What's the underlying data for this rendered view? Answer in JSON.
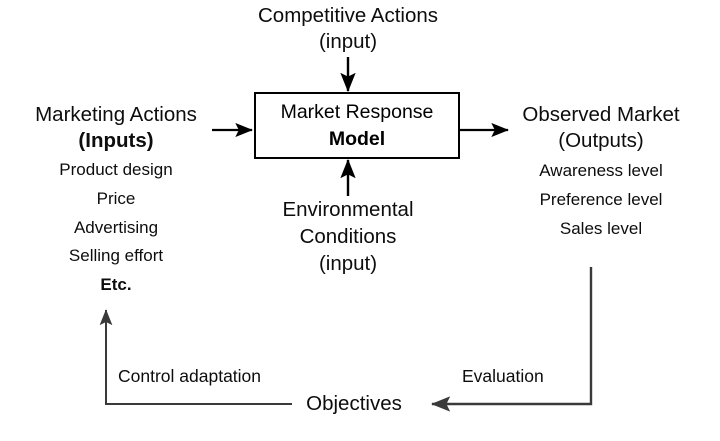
{
  "diagram": {
    "title": "Market Response Model",
    "center_box": {
      "line1": "Market Response",
      "line2": "Model"
    },
    "top_input": {
      "line1": "Competitive Actions",
      "line2": "(input)"
    },
    "bottom_input": {
      "line1": "Environmental",
      "line2": "Conditions",
      "line3": "(input)"
    },
    "left_block": {
      "heading": "Marketing Actions",
      "subheading": "(Inputs)",
      "items": [
        "Product design",
        "Price",
        "Advertising",
        "Selling effort",
        "Etc."
      ]
    },
    "right_block": {
      "heading": "Observed Market",
      "subheading": "(Outputs)",
      "items": [
        "Awareness level",
        "Preference level",
        "Sales level"
      ]
    },
    "feedback_loop": {
      "objectives": "Objectives",
      "evaluation": "Evaluation",
      "control_adaptation": "Control adaptation"
    },
    "colors": {
      "ink": "#000000",
      "line": "#3a3a3a",
      "background": "#ffffff"
    }
  }
}
